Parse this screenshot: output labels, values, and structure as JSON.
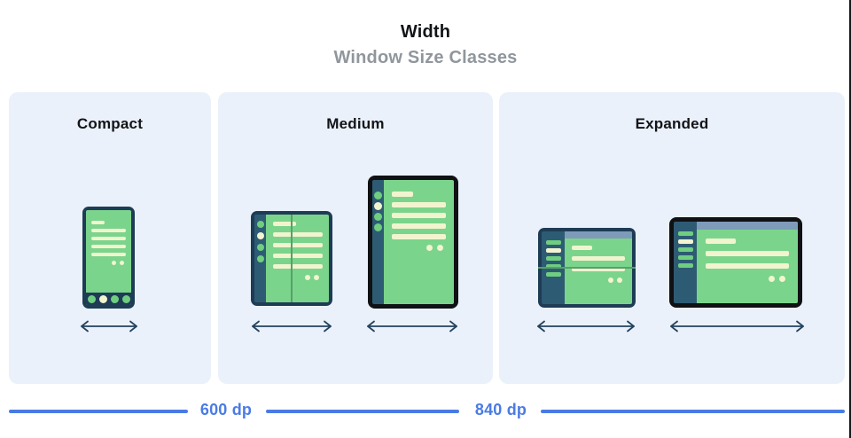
{
  "header": {
    "title": "Width",
    "subtitle": "Window Size Classes"
  },
  "panels": [
    {
      "label": "Compact"
    },
    {
      "label": "Medium"
    },
    {
      "label": "Expanded"
    }
  ],
  "ruler": {
    "labels": [
      "600 dp",
      "840 dp"
    ]
  },
  "icons": {
    "arrow": "double-headed-width-arrow",
    "devices": [
      "phone",
      "foldable-portrait",
      "tablet-portrait",
      "foldable-landscape",
      "tablet-landscape"
    ]
  },
  "theme": {
    "page-bg": "#ffffff",
    "panel-bg": "#eaf1fa",
    "title-color": "#121417",
    "subtitle-color": "#90969c",
    "frame-navy": "#1e3c55",
    "frame-black": "#101114",
    "rail-navy": "#2e5b74",
    "screen-green": "#7bd48b",
    "bar-green": "#6fce80",
    "cream": "#f2f4d0",
    "topbar-blue": "#7e9bb9",
    "fold-green": "#55a169",
    "arrow-navy": "#24425e",
    "ruler-blue": "#4a7be5"
  }
}
